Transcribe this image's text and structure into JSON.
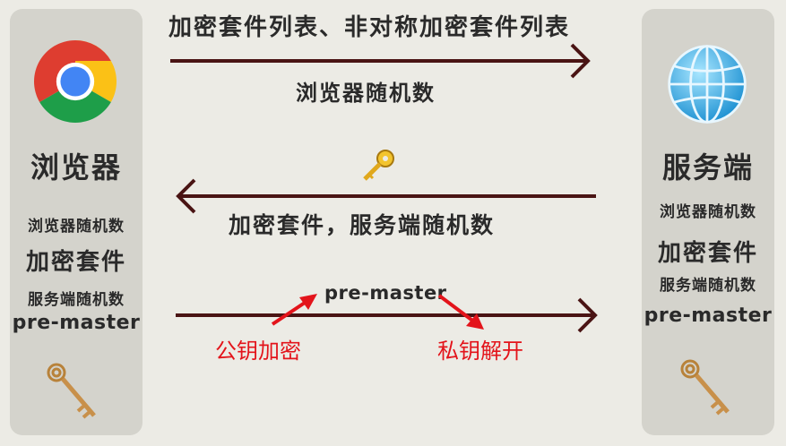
{
  "client": {
    "name": "浏览器",
    "icon": "chrome-logo-icon",
    "items": [
      "浏览器随机数",
      "加密套件",
      "服务端随机数",
      "pre-master"
    ],
    "key_icon": "key-icon"
  },
  "server": {
    "name": "服务端",
    "icon": "globe-icon",
    "items": [
      "浏览器随机数",
      "加密套件",
      "服务端随机数",
      "pre-master"
    ],
    "key_icon": "key-icon"
  },
  "messages": {
    "m1_top": "加密套件列表、非对称加密套件列表",
    "m1_bottom": "浏览器随机数",
    "m2_icon": "gold-key-icon",
    "m2_text": "加密套件，服务端随机数",
    "m3_text": "pre-master"
  },
  "annotations": {
    "encrypt": "公钥加密",
    "decrypt": "私钥解开"
  },
  "colors": {
    "arrow": "#4a1414",
    "annotation": "#e3141b",
    "panel": "#d4d3cc",
    "background": "#ecebe5"
  }
}
